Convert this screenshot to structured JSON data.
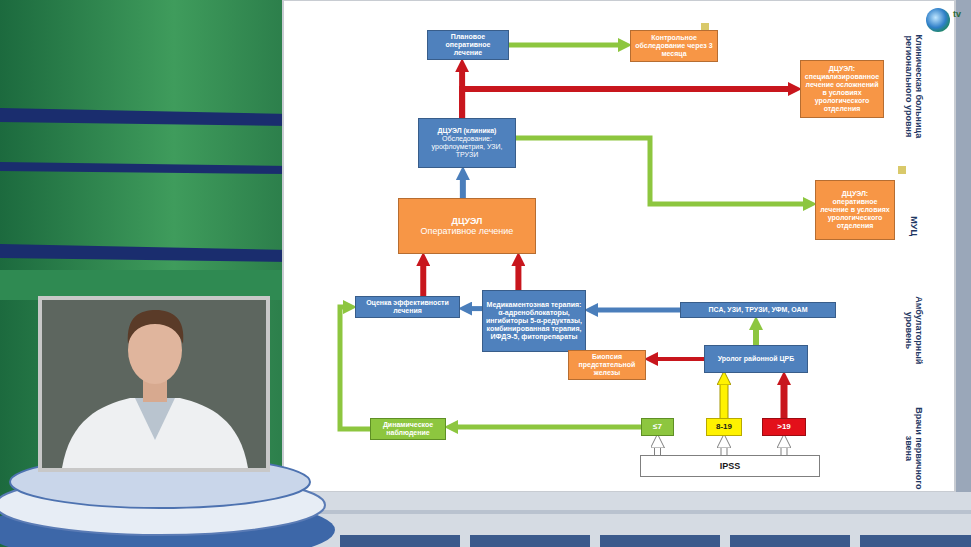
{
  "diagram": {
    "nodes": [
      {
        "text": [
          "Плановое оперативное лечение"
        ]
      },
      {
        "text": [
          "Контрольное обследование через 3 месяца"
        ]
      },
      {
        "text": [
          "ДЦУЭЛ: специализированное лечение осложнений в условиях урологического отделения"
        ]
      },
      {
        "text": [
          "ДЦУЭЛ (клиника)",
          "Обследование: урофлоуметрия, УЗИ, ТРУЗИ"
        ]
      },
      {
        "text": [
          "ДЦУЭЛ: оперативное лечение в условиях урологического отделения"
        ]
      },
      {
        "text": [
          "ДЦУЭЛ",
          "Оперативное лечение"
        ]
      },
      {
        "text": [
          "Оценка эффективности лечения"
        ]
      },
      {
        "text": [
          "Медикаментозная терапия: α-адреноблокаторы, ингибиторы 5-α-редуктазы, комбинированная терапия, ИФДЭ-5, фитопрепараты"
        ]
      },
      {
        "text": [
          "ПСА, УЗИ, ТРУЗИ, УФМ, ОАМ"
        ]
      },
      {
        "text": [
          "Уролог районной ЦРБ"
        ]
      },
      {
        "text": [
          "Биопсия предстательной железы"
        ]
      },
      {
        "text": [
          "Динамическое наблюдение"
        ]
      },
      {
        "text": [
          "≤7"
        ]
      },
      {
        "text": [
          "8-19"
        ]
      },
      {
        "text": [
          ">19"
        ]
      },
      {
        "text": [
          "IPSS"
        ]
      }
    ],
    "edges": [
      {
        "from": 3,
        "to": 0,
        "arrow": "to"
      },
      {
        "from": 0,
        "to": 1,
        "arrow": "to"
      },
      {
        "from": 3,
        "to": 2,
        "arrow": "to"
      },
      {
        "from": 3,
        "to": 4,
        "arrow": "to"
      },
      {
        "from": 5,
        "to": 3,
        "arrow": "to"
      },
      {
        "from": 6,
        "to": 5,
        "arrow": "to"
      },
      {
        "from": 7,
        "to": 5,
        "arrow": "to"
      },
      {
        "from": 7,
        "to": 6,
        "arrow": "to"
      },
      {
        "from": 8,
        "to": 7,
        "arrow": "to"
      },
      {
        "from": 9,
        "to": 8,
        "arrow": "to"
      },
      {
        "from": 9,
        "to": 10,
        "arrow": "to"
      },
      {
        "from": 13,
        "to": 9,
        "arrow": "to"
      },
      {
        "from": 14,
        "to": 9,
        "arrow": "to"
      },
      {
        "from": 12,
        "to": 11,
        "arrow": "to"
      },
      {
        "from": 11,
        "to": 6,
        "arrow": "to"
      },
      {
        "from": 15,
        "to": 12,
        "arrow": "to"
      },
      {
        "from": 15,
        "to": 13,
        "arrow": "to"
      },
      {
        "from": 15,
        "to": 14,
        "arrow": "to"
      }
    ],
    "labels": [
      "Клиническая больница регионального уровня",
      "МУЦ",
      "Амбулаторный уровень",
      "Врачи первичного звена",
      "tv"
    ]
  }
}
